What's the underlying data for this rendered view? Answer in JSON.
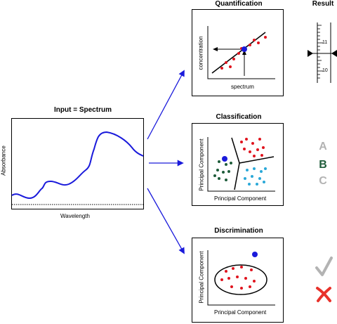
{
  "input": {
    "title": "Input = Spectrum",
    "ylabel": "Absorbance",
    "xlabel": "Wavelength"
  },
  "quantification": {
    "title": "Quantification",
    "ylabel": "concentration",
    "xlabel": "spectrum"
  },
  "classification": {
    "title": "Classification",
    "ylabel": "Principal Component",
    "xlabel": "Principal Component"
  },
  "discrimination": {
    "title": "Discrimination",
    "ylabel": "Principal Component",
    "xlabel": "Principal Component"
  },
  "result": {
    "title": "Result",
    "ruler_labels": [
      "11",
      "10"
    ],
    "classes": [
      {
        "label": "A",
        "color": "#b3b3b3"
      },
      {
        "label": "B",
        "color": "#1e5c3a"
      },
      {
        "label": "C",
        "color": "#b3b3b3"
      }
    ],
    "check_icon": "checkmark-icon",
    "cross_icon": "cross-icon"
  },
  "colors": {
    "arrow": "#1a1adb",
    "spectrum_line": "#1a1adb",
    "point_red": "#e0141e",
    "point_green": "#1e5c3a",
    "point_cyan": "#2aa8d8",
    "point_blue": "#1a1adb",
    "check": "#b3b3b3",
    "cross": "#e8322b"
  }
}
